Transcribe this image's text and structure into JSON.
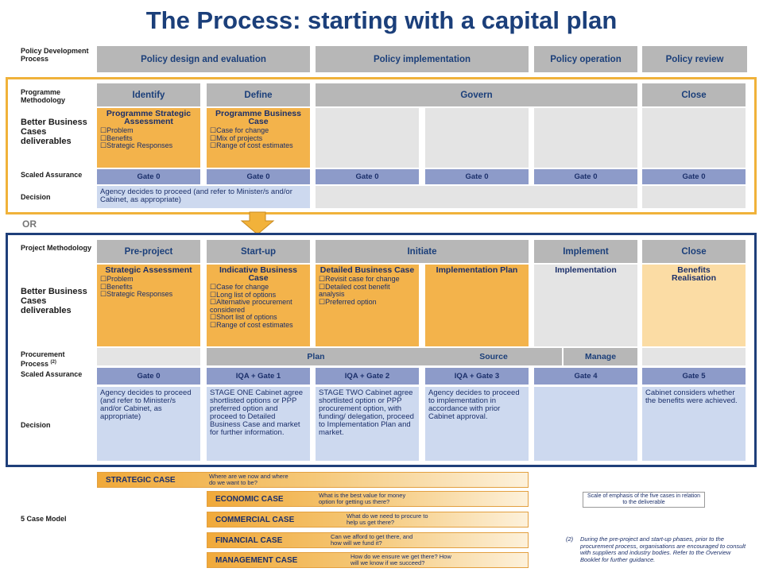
{
  "title": "The Process: starting with a capital plan",
  "policy": {
    "label": "Policy Development Process",
    "stages": [
      "Policy design and evaluation",
      "Policy implementation",
      "Policy operation",
      "Policy review"
    ]
  },
  "programme": {
    "row_labels": {
      "methodology": "Programme Methodology",
      "deliverables": "Better Business Cases deliverables",
      "assurance": "Scaled Assurance",
      "decision": "Decision"
    },
    "stages": [
      "Identify",
      "Define",
      "Govern",
      "Close"
    ],
    "deliverables": [
      {
        "title": "Programme Strategic Assessment",
        "items": [
          "Problem",
          "Benefits",
          "Strategic Responses"
        ]
      },
      {
        "title": "Programme Business Case",
        "items": [
          "Case for change",
          "Mix of projects",
          "Range of cost estimates"
        ]
      }
    ],
    "gates": [
      "Gate 0",
      "Gate 0",
      "Gate 0",
      "Gate 0",
      "Gate 0",
      "Gate 0"
    ],
    "decision": "Agency decides to proceed (and refer to Minister/s and/or Cabinet, as appropriate)"
  },
  "or_label": "OR",
  "project": {
    "row_labels": {
      "methodology": "Project Methodology",
      "deliverables": "Better Business Cases deliverables",
      "procurement": "Procurement Process",
      "procurement_sup": "(2)",
      "assurance": "Scaled Assurance",
      "decision": "Decision"
    },
    "stages": [
      "Pre-project",
      "Start-up",
      "Initiate",
      "Implement",
      "Close"
    ],
    "deliverables": [
      {
        "title": "Strategic Assessment",
        "items": [
          "Problem",
          "Benefits",
          "Strategic Responses"
        ]
      },
      {
        "title": "Indicative Business Case",
        "items": [
          "Case for change",
          "Long list of options",
          "Alternative procurement considered",
          "Short list of options",
          "Range of cost estimates"
        ]
      },
      {
        "title": "Detailed Business Case",
        "items": [
          "Revisit case for change",
          "Detailed cost benefit analysis",
          "Preferred option"
        ]
      },
      {
        "title": "Implementation Plan",
        "items": []
      },
      {
        "title": "Implementation",
        "items": []
      },
      {
        "title": "Benefits Realisation",
        "items": []
      }
    ],
    "procurement": [
      "Plan",
      "Source",
      "Manage"
    ],
    "gates": [
      "Gate 0",
      "IQA + Gate 1",
      "IQA + Gate 2",
      "IQA + Gate 3",
      "Gate 4",
      "Gate 5"
    ],
    "decisions": [
      "Agency decides to proceed (and refer to Minister/s and/or Cabinet, as appropriate)",
      "STAGE ONE Cabinet agree shortlisted options or PPP preferred option and proceed to Detailed Business Case and market for further information.",
      "STAGE TWO Cabinet agree shortlisted option or PPP procurement option, with funding/ delegation, proceed to Implementation Plan and market.",
      "Agency decides to proceed to implementation in accordance with prior Cabinet approval.",
      "",
      "Cabinet considers whether the benefits were achieved."
    ]
  },
  "five_case": {
    "label": "5 Case Model",
    "cases": [
      {
        "name": "STRATEGIC CASE",
        "question": "Where are we now and where do we want to be?"
      },
      {
        "name": "ECONOMIC CASE",
        "question": "What is the best value for money option for getting us there?"
      },
      {
        "name": "COMMERCIAL CASE",
        "question": "What do we need to procure to help us get there?"
      },
      {
        "name": "FINANCIAL CASE",
        "question": "Can we afford to get there, and how will we fund it?"
      },
      {
        "name": "MANAGEMENT CASE",
        "question": "How do we ensure we get there? How will we know if we succeed?"
      }
    ],
    "legend": "Scale of emphasis of the five cases in relation to the deliverable",
    "footnote_marker": "(2)",
    "footnote": "During the pre-project and start-up phases, prior to the procurement process, organisations are encouraged to consult with suppliers and industry bodies. Refer to the Overview Booklet for further guidance."
  },
  "colors": {
    "title": "#1b3f7a",
    "orange": "#f3b34b",
    "navy_frame": "#1f3f7a",
    "gate": "#8d9bc9",
    "decision": "#cdd9ef"
  }
}
